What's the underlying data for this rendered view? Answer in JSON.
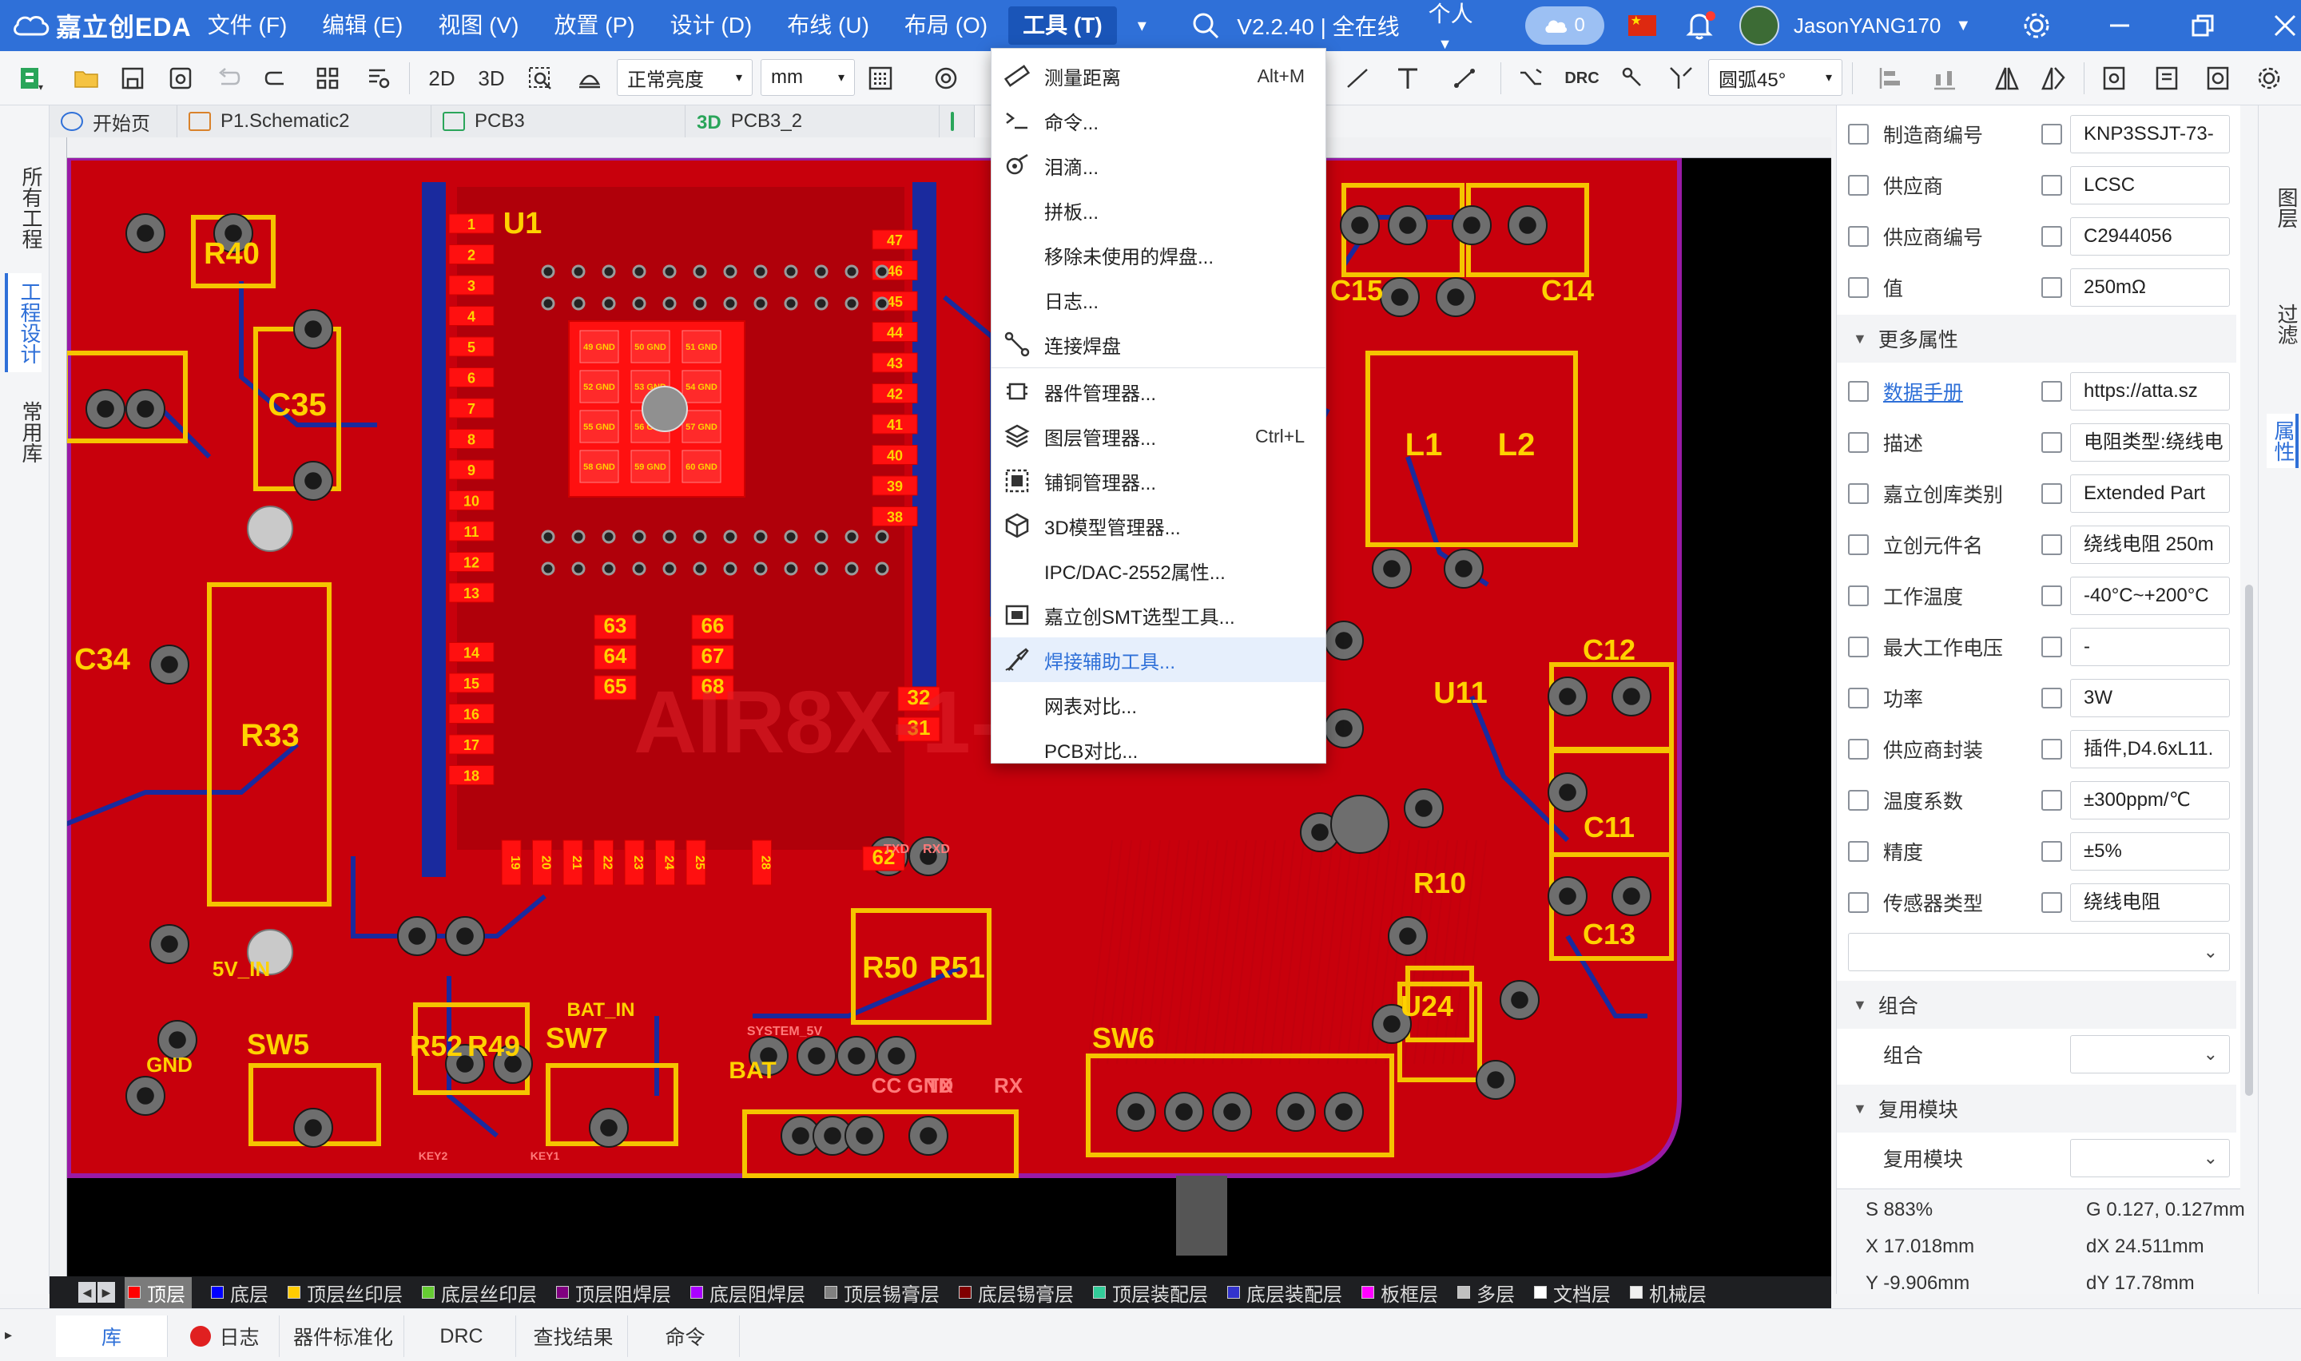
{
  "titlebar": {
    "app_name": "嘉立创EDA",
    "menus": [
      "文件 (F)",
      "编辑 (E)",
      "视图 (V)",
      "放置 (P)",
      "设计 (D)",
      "布线 (U)",
      "布局 (O)",
      "工具 (T)"
    ],
    "active_menu": "工具 (T)",
    "version": "V2.2.40 | 全在线",
    "user_mode": "个人",
    "cloud_count": "0",
    "username": "JasonYANG170"
  },
  "toolbar": {
    "view_2d": "2D",
    "view_3d": "3D",
    "brightness_select": "正常亮度",
    "unit_select": "mm",
    "drc_label": "DRC",
    "arc_select": "圆弧45°"
  },
  "tabs": [
    {
      "label": "开始页"
    },
    {
      "label": "P1.Schematic2"
    },
    {
      "label": "PCB3"
    },
    {
      "label": "PCB3_2",
      "prefix": "3D"
    }
  ],
  "left_sidebar": {
    "tabs": [
      "所有工程",
      "工程设计",
      "常用库"
    ],
    "active": "工程设计"
  },
  "tools_menu": {
    "items": [
      {
        "label": "测量距离",
        "shortcut": "Alt+M",
        "icon": "ruler-icon"
      },
      {
        "label": "命令...",
        "shortcut": "",
        "icon": "command-icon"
      },
      {
        "label": "泪滴...",
        "shortcut": "",
        "icon": "teardrop-icon"
      },
      {
        "label": "拼板...",
        "shortcut": "",
        "icon": ""
      },
      {
        "label": "移除未使用的焊盘...",
        "shortcut": "",
        "icon": ""
      },
      {
        "label": "日志...",
        "shortcut": "",
        "icon": ""
      },
      {
        "label": "连接焊盘",
        "shortcut": "",
        "icon": "connect-pads-icon"
      },
      {
        "label": "器件管理器...",
        "shortcut": "",
        "icon": "component-manager-icon"
      },
      {
        "label": "图层管理器...",
        "shortcut": "Ctrl+L",
        "icon": "layer-manager-icon"
      },
      {
        "label": "铺铜管理器...",
        "shortcut": "",
        "icon": "copper-pour-icon"
      },
      {
        "label": "3D模型管理器...",
        "shortcut": "",
        "icon": "cube-icon"
      },
      {
        "label": "IPC/DAC-2552属性...",
        "shortcut": "",
        "icon": ""
      },
      {
        "label": "嘉立创SMT选型工具...",
        "shortcut": "",
        "icon": "smt-icon"
      },
      {
        "label": "焊接辅助工具...",
        "shortcut": "",
        "icon": "soldering-icon"
      },
      {
        "label": "网表对比...",
        "shortcut": "",
        "icon": ""
      },
      {
        "label": "PCB对比...",
        "shortcut": "",
        "icon": ""
      }
    ],
    "highlighted": "焊接辅助工具..."
  },
  "properties": {
    "rows_top": [
      {
        "name": "制造商编号",
        "value": "KNP3SSJT-73-"
      },
      {
        "name": "供应商",
        "value": "LCSC"
      },
      {
        "name": "供应商编号",
        "value": "C2944056"
      },
      {
        "name": "值",
        "value": "250mΩ"
      }
    ],
    "more_section": "更多属性",
    "rows_more": [
      {
        "name": "数据手册",
        "value": "https://atta.sz",
        "link": true
      },
      {
        "name": "描述",
        "value": "电阻类型:绕线电"
      },
      {
        "name": "嘉立创库类别",
        "value": "Extended Part"
      },
      {
        "name": "立创元件名",
        "value": "绕线电阻 250m"
      },
      {
        "name": "工作温度",
        "value": "-40°C~+200°C"
      },
      {
        "name": "最大工作电压",
        "value": "-"
      },
      {
        "name": "功率",
        "value": "3W"
      },
      {
        "name": "供应商封装",
        "value": "插件,D4.6xL11."
      },
      {
        "name": "温度系数",
        "value": "±300ppm/℃"
      },
      {
        "name": "精度",
        "value": "±5%"
      },
      {
        "name": "传感器类型",
        "value": "绕线电阻"
      }
    ],
    "group_section": "组合",
    "group_label": "组合",
    "reuse_section": "复用模块",
    "reuse_label": "复用模块"
  },
  "coords": {
    "s": "S   883%",
    "g": "G   0.127, 0.127mm",
    "x": "X   17.018mm",
    "dx": "dX   24.511mm",
    "y": "Y   -9.906mm",
    "dy": "dY   17.78mm"
  },
  "right_tabs": [
    "图层",
    "过滤",
    "属性"
  ],
  "right_tabs_active": "属性",
  "layers": [
    {
      "name": "顶层",
      "color": "#ff0000",
      "active": true
    },
    {
      "name": "底层",
      "color": "#0000ff"
    },
    {
      "name": "顶层丝印层",
      "color": "#ffcc00"
    },
    {
      "name": "底层丝印层",
      "color": "#66cc33"
    },
    {
      "name": "顶层阻焊层",
      "color": "#800080"
    },
    {
      "name": "底层阻焊层",
      "color": "#aa00ff"
    },
    {
      "name": "顶层锡膏层",
      "color": "#808080"
    },
    {
      "name": "底层锡膏层",
      "color": "#800000"
    },
    {
      "name": "顶层装配层",
      "color": "#33cc99"
    },
    {
      "name": "底层装配层",
      "color": "#3333cc"
    },
    {
      "name": "板框层",
      "color": "#ff00ff"
    },
    {
      "name": "多层",
      "color": "#c0c0c0"
    },
    {
      "name": "文档层",
      "color": "#ffffff"
    },
    {
      "name": "机械层",
      "color": "#f0f0f0"
    }
  ],
  "bottom_tabs": [
    "库",
    "日志",
    "器件标准化",
    "DRC",
    "查找结果",
    "命令"
  ],
  "bottom_active": "库",
  "pcb": {
    "labels": [
      "U1",
      "R40",
      "C35",
      "C34",
      "R33",
      "C15",
      "C14",
      "L1",
      "L2",
      "C12",
      "U11",
      "C11",
      "R10",
      "C13",
      "R50",
      "R51",
      "SW5",
      "SW6",
      "SW7",
      "R52",
      "R49",
      "BAT",
      "U24",
      "GND",
      "5V_IN",
      "BAT_IN"
    ],
    "u1_left_pins": [
      "1",
      "2",
      "3",
      "4",
      "5",
      "6",
      "7",
      "8",
      "9",
      "10",
      "11",
      "12",
      "13",
      "14",
      "15",
      "16",
      "17",
      "18"
    ],
    "u1_right_pins": [
      "47",
      "46",
      "45",
      "44",
      "43",
      "42",
      "41",
      "40",
      "39",
      "38"
    ],
    "u1_bottom_pins": [
      "19",
      "20",
      "21",
      "22",
      "23",
      "24",
      "25",
      "28"
    ],
    "small_pads": [
      "63",
      "64",
      "65",
      "66",
      "67",
      "68",
      "32",
      "31",
      "62"
    ],
    "gnd_pads": [
      "49 GND",
      "50 GND",
      "51 GND",
      "52 GND",
      "53 GND",
      "54 GND",
      "55 GND",
      "56 GND",
      "57 GND",
      "58 GND",
      "59 GND",
      "60 GND"
    ],
    "silk_text": [
      "AIR8X-1-C",
      "SYSTEM_5V",
      "TXD",
      "RXD",
      "KEY1",
      "KEY2",
      "CC GND",
      "TX",
      "RX"
    ]
  }
}
